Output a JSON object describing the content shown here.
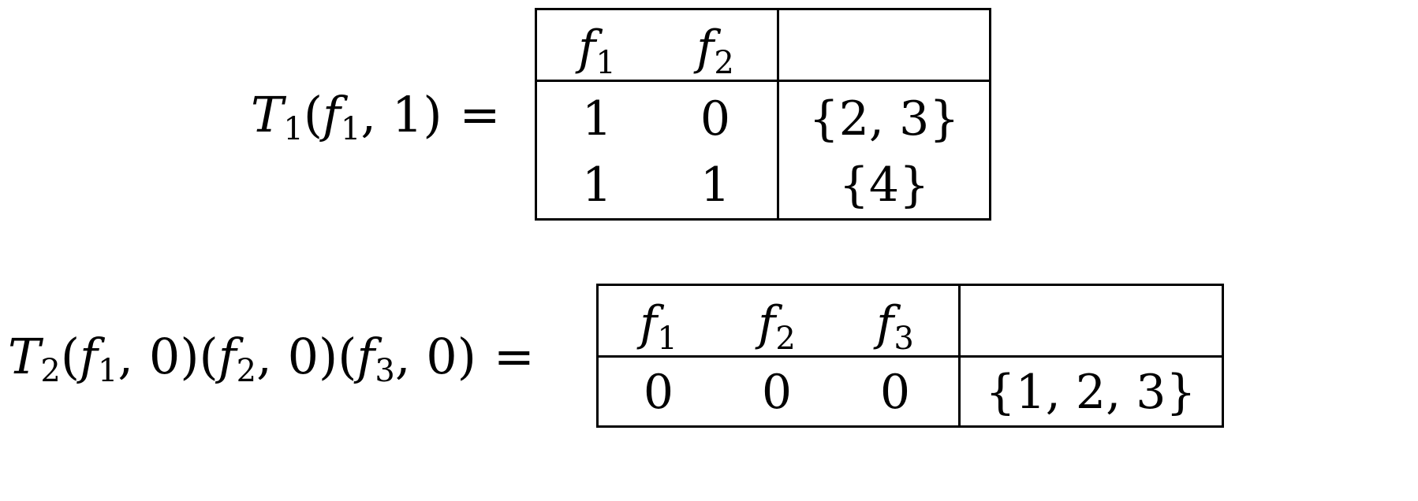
{
  "equations": [
    {
      "lhs": {
        "symbol": "T",
        "index": "1",
        "args": [
          {
            "open": "(",
            "var": "f",
            "var_index": "1",
            "sep": ",",
            "value": "1",
            "close": ")"
          }
        ],
        "equals": "="
      },
      "table": {
        "headers": [
          {
            "var": "f",
            "index": "1"
          },
          {
            "var": "f",
            "index": "2"
          }
        ],
        "rows": [
          {
            "values": [
              "1",
              "0"
            ],
            "set": "{2, 3}"
          },
          {
            "values": [
              "1",
              "1"
            ],
            "set": "{4}"
          }
        ]
      }
    },
    {
      "lhs": {
        "symbol": "T",
        "index": "2",
        "args": [
          {
            "open": "(",
            "var": "f",
            "var_index": "1",
            "sep": ",",
            "value": "0",
            "close": ")"
          },
          {
            "open": "(",
            "var": "f",
            "var_index": "2",
            "sep": ",",
            "value": "0",
            "close": ")"
          },
          {
            "open": "(",
            "var": "f",
            "var_index": "3",
            "sep": ",",
            "value": "0",
            "close": ")"
          }
        ],
        "equals": "="
      },
      "table": {
        "headers": [
          {
            "var": "f",
            "index": "1"
          },
          {
            "var": "f",
            "index": "2"
          },
          {
            "var": "f",
            "index": "3"
          }
        ],
        "rows": [
          {
            "values": [
              "0",
              "0",
              "0"
            ],
            "set": "{1, 2, 3}"
          }
        ]
      }
    }
  ]
}
